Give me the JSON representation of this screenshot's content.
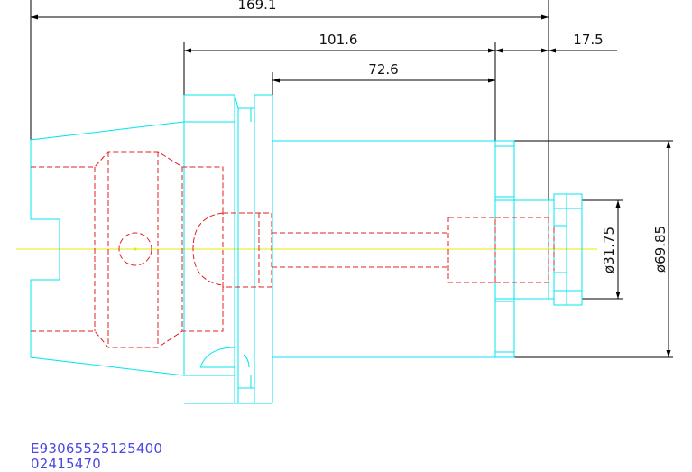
{
  "drawing": {
    "dimensions": {
      "overall_length": "169.1",
      "flange_to_nose": "101.6",
      "body_length": "72.6",
      "pilot_length": "17.5",
      "pilot_diameter": "ø31.75",
      "body_diameter": "ø69.85"
    }
  },
  "part": {
    "code": "E93065525125400",
    "number": "02415470"
  },
  "colors": {
    "outline": "#00e5f0",
    "hidden": "#e02020",
    "centerline": "#e8e800",
    "dimension": "#000000",
    "part_text": "#4a4ae0"
  }
}
